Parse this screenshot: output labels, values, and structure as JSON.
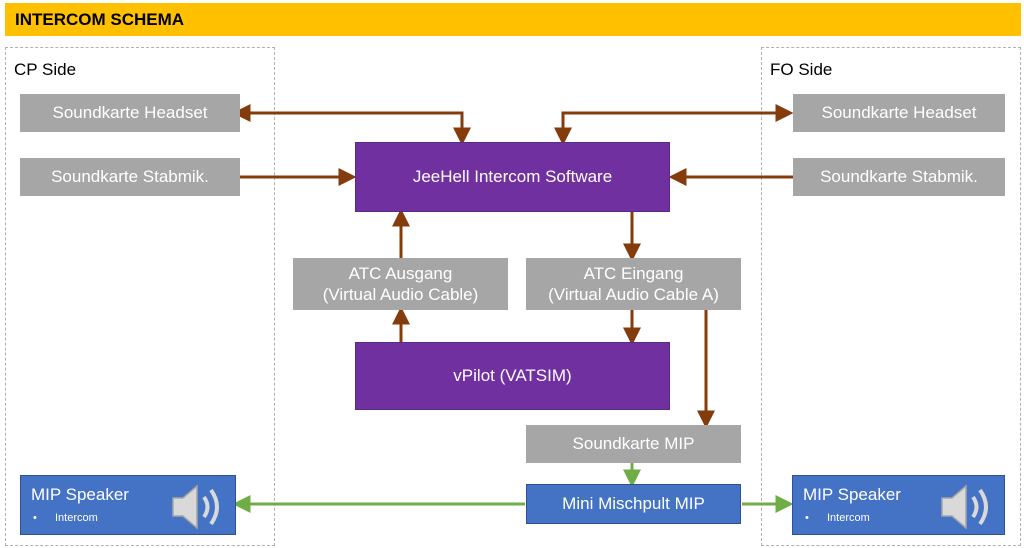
{
  "title": "INTERCOM SCHEMA",
  "cp_side": {
    "label": "CP Side",
    "headset": "Soundkarte Headset",
    "stabmik": "Soundkarte Stabmik.",
    "speaker": {
      "title": "MIP Speaker",
      "item": "Intercom"
    }
  },
  "fo_side": {
    "label": "FO Side",
    "headset": "Soundkarte Headset",
    "stabmik": "Soundkarte Stabmik.",
    "speaker": {
      "title": "MIP Speaker",
      "item": "Intercom"
    }
  },
  "center": {
    "jeehell": "JeeHell Intercom Software",
    "atc_ausgang": {
      "line1": "ATC Ausgang",
      "line2": "(Virtual Audio Cable)"
    },
    "atc_eingang": {
      "line1": "ATC Eingang",
      "line2": "(Virtual Audio Cable A)"
    },
    "vpilot": "vPilot (VATSIM)",
    "soundkarte_mip": "Soundkarte MIP",
    "mischpult": "Mini Mischpult MIP"
  },
  "colors": {
    "title_bar": "#ffc000",
    "gray_box": "#a6a6a6",
    "purple_box": "#7030a0",
    "blue_box": "#4472c4",
    "brown_arrow": "#843c0c",
    "green_arrow": "#70ad47"
  },
  "icons": {
    "speaker": "speaker-volume-icon"
  }
}
